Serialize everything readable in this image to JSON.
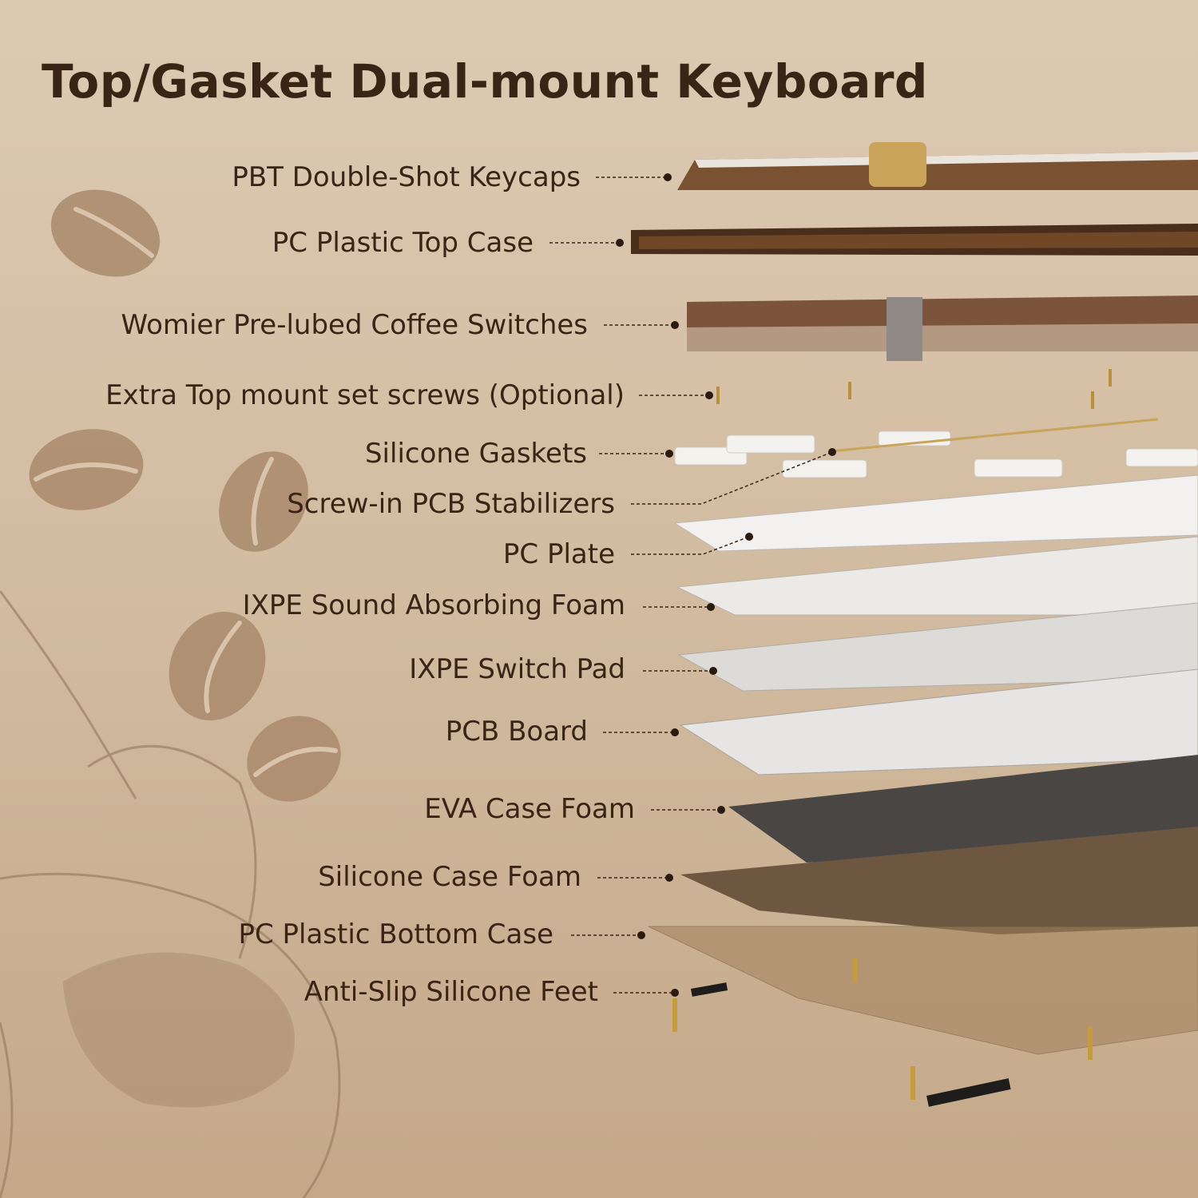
{
  "title": "Top/Gasket Dual-mount Keyboard",
  "colors": {
    "text": "#3a2416",
    "bean": "#a38366",
    "keycap": "#7a5232",
    "dark_foam": "#4a4644",
    "silicone_foam": "#6e5741"
  },
  "layers": [
    {
      "label": "PBT Double-Shot Keycaps"
    },
    {
      "label": "PC Plastic Top Case"
    },
    {
      "label": "Womier Pre-lubed Coffee Switches"
    },
    {
      "label": "Extra Top mount set screws (Optional)"
    },
    {
      "label": "Silicone Gaskets"
    },
    {
      "label": "Screw-in PCB Stabilizers"
    },
    {
      "label": "PC Plate"
    },
    {
      "label": "IXPE Sound Absorbing Foam"
    },
    {
      "label": "IXPE Switch Pad"
    },
    {
      "label": "PCB Board"
    },
    {
      "label": "EVA Case Foam"
    },
    {
      "label": "Silicone Case Foam"
    },
    {
      "label": "PC Plastic Bottom Case"
    },
    {
      "label": "Anti-Slip Silicone Feet"
    }
  ]
}
